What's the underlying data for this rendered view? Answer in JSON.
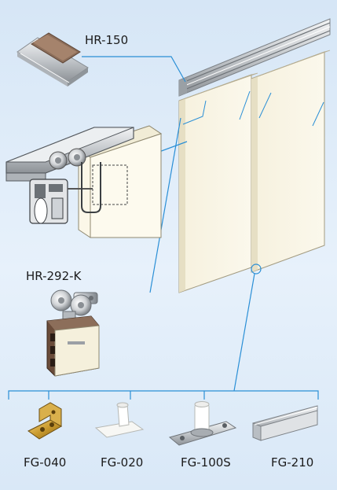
{
  "labels": {
    "hr150": "HR-150",
    "hr292k": "HR-292-K",
    "fg040": "FG-040",
    "fg020": "FG-020",
    "fg100s": "FG-100S",
    "fg210": "FG-210"
  },
  "colors": {
    "background": "#dde9f6",
    "leader_lines": "#2a8fd6",
    "door_panel": "#f7f3e1",
    "rail": "#c9ccd0",
    "wood": "#8a6a55"
  }
}
